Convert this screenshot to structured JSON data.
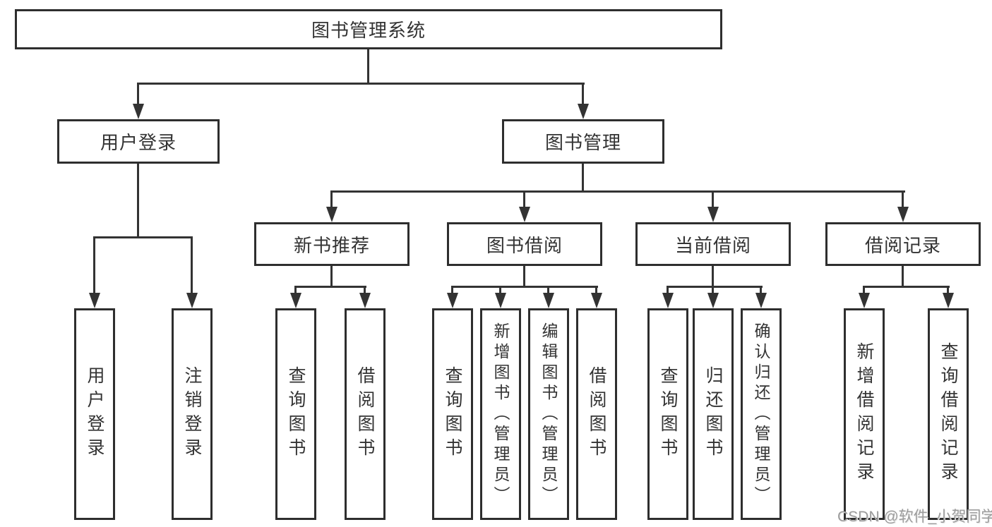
{
  "diagram": {
    "root": {
      "label": "图书管理系统"
    },
    "branches": [
      {
        "label": "用户登录",
        "children": [
          {
            "label": "用户登录"
          },
          {
            "label": "注销登录"
          }
        ]
      },
      {
        "label": "图书管理",
        "children": [
          {
            "label": "新书推荐",
            "children": [
              {
                "label": "查询图书"
              },
              {
                "label": "借阅图书"
              }
            ]
          },
          {
            "label": "图书借阅",
            "children": [
              {
                "label": "查询图书"
              },
              {
                "label": "新增图书（管理员）"
              },
              {
                "label": "编辑图书（管理员）"
              },
              {
                "label": "借阅图书"
              }
            ]
          },
          {
            "label": "当前借阅",
            "children": [
              {
                "label": "查询图书"
              },
              {
                "label": "归还图书"
              },
              {
                "label": "确认归还（管理员）"
              }
            ]
          },
          {
            "label": "借阅记录",
            "children": [
              {
                "label": "新增借阅记录"
              },
              {
                "label": "查询借阅记录"
              }
            ]
          }
        ]
      }
    ]
  },
  "watermark": {
    "text": "CSDN @软件_小贺同学"
  },
  "colors": {
    "line": "#333333",
    "box_border": "#2e2e2e",
    "text": "#333333",
    "watermark": "#9c9c9c",
    "background": "#ffffff"
  }
}
